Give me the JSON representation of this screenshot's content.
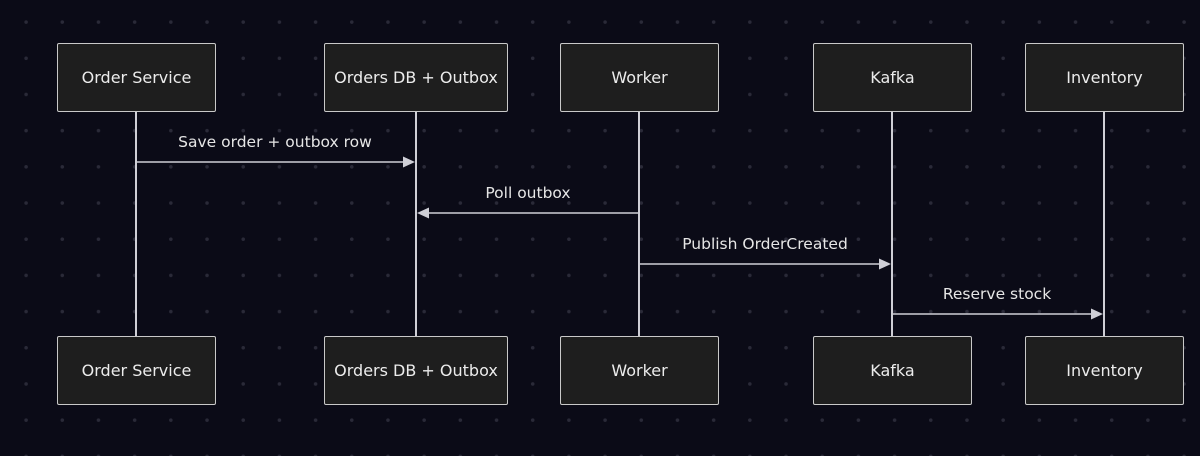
{
  "participants": [
    {
      "id": "order_service",
      "label": "Order Service"
    },
    {
      "id": "orders_db",
      "label": "Orders DB + Outbox"
    },
    {
      "id": "worker",
      "label": "Worker"
    },
    {
      "id": "kafka",
      "label": "Kafka"
    },
    {
      "id": "inventory",
      "label": "Inventory"
    }
  ],
  "messages": [
    {
      "from": "order_service",
      "to": "orders_db",
      "label": "Save order + outbox row"
    },
    {
      "from": "worker",
      "to": "orders_db",
      "label": "Poll outbox"
    },
    {
      "from": "worker",
      "to": "kafka",
      "label": "Publish OrderCreated"
    },
    {
      "from": "kafka",
      "to": "inventory",
      "label": "Reserve stock"
    }
  ]
}
